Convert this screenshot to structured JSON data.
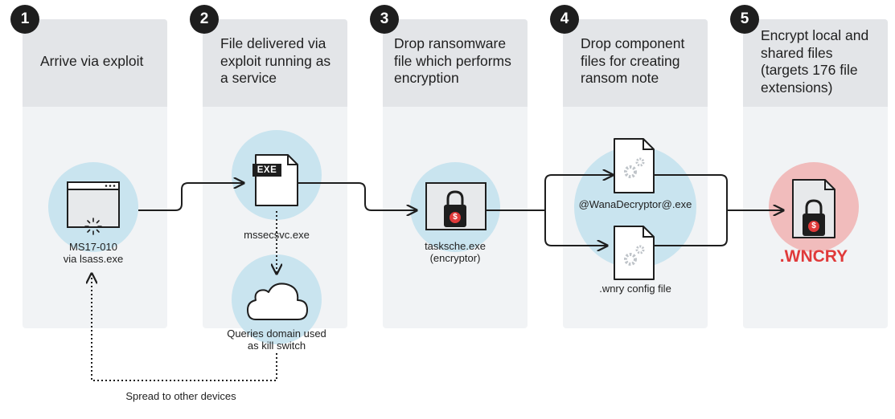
{
  "steps": [
    {
      "number": "1",
      "title": "Arrive via exploit"
    },
    {
      "number": "2",
      "title": "File delivered via exploit running as a service"
    },
    {
      "number": "3",
      "title": "Drop ransomware file which performs encryption"
    },
    {
      "number": "4",
      "title": "Drop component files for creating ransom note"
    },
    {
      "number": "5",
      "title": "Encrypt local and shared files (targets 176 file extensions)"
    }
  ],
  "labels": {
    "exploit_line1": "MS17-010",
    "exploit_line2": "via lsass.exe",
    "exe_badge": "EXE",
    "service_file": "mssecsvc.exe",
    "killswitch_line1": "Queries domain used",
    "killswitch_line2": "as kill switch",
    "encryptor_line1": "tasksche.exe",
    "encryptor_line2": "(encryptor)",
    "decryptor_file": "@WanaDecryptor@.exe",
    "config_file": ".wnry config file",
    "extension": ".WNCRY",
    "spread": "Spread to other devices",
    "dollar": "$"
  },
  "colors": {
    "column_body": "#f1f3f5",
    "column_header": "#e3e5e8",
    "badge": "#1e1e1e",
    "circle_blue": "#c9e4ef",
    "circle_red": "#f1bcbc",
    "accent_red": "#e03a3a",
    "line": "#1e1e1e"
  }
}
